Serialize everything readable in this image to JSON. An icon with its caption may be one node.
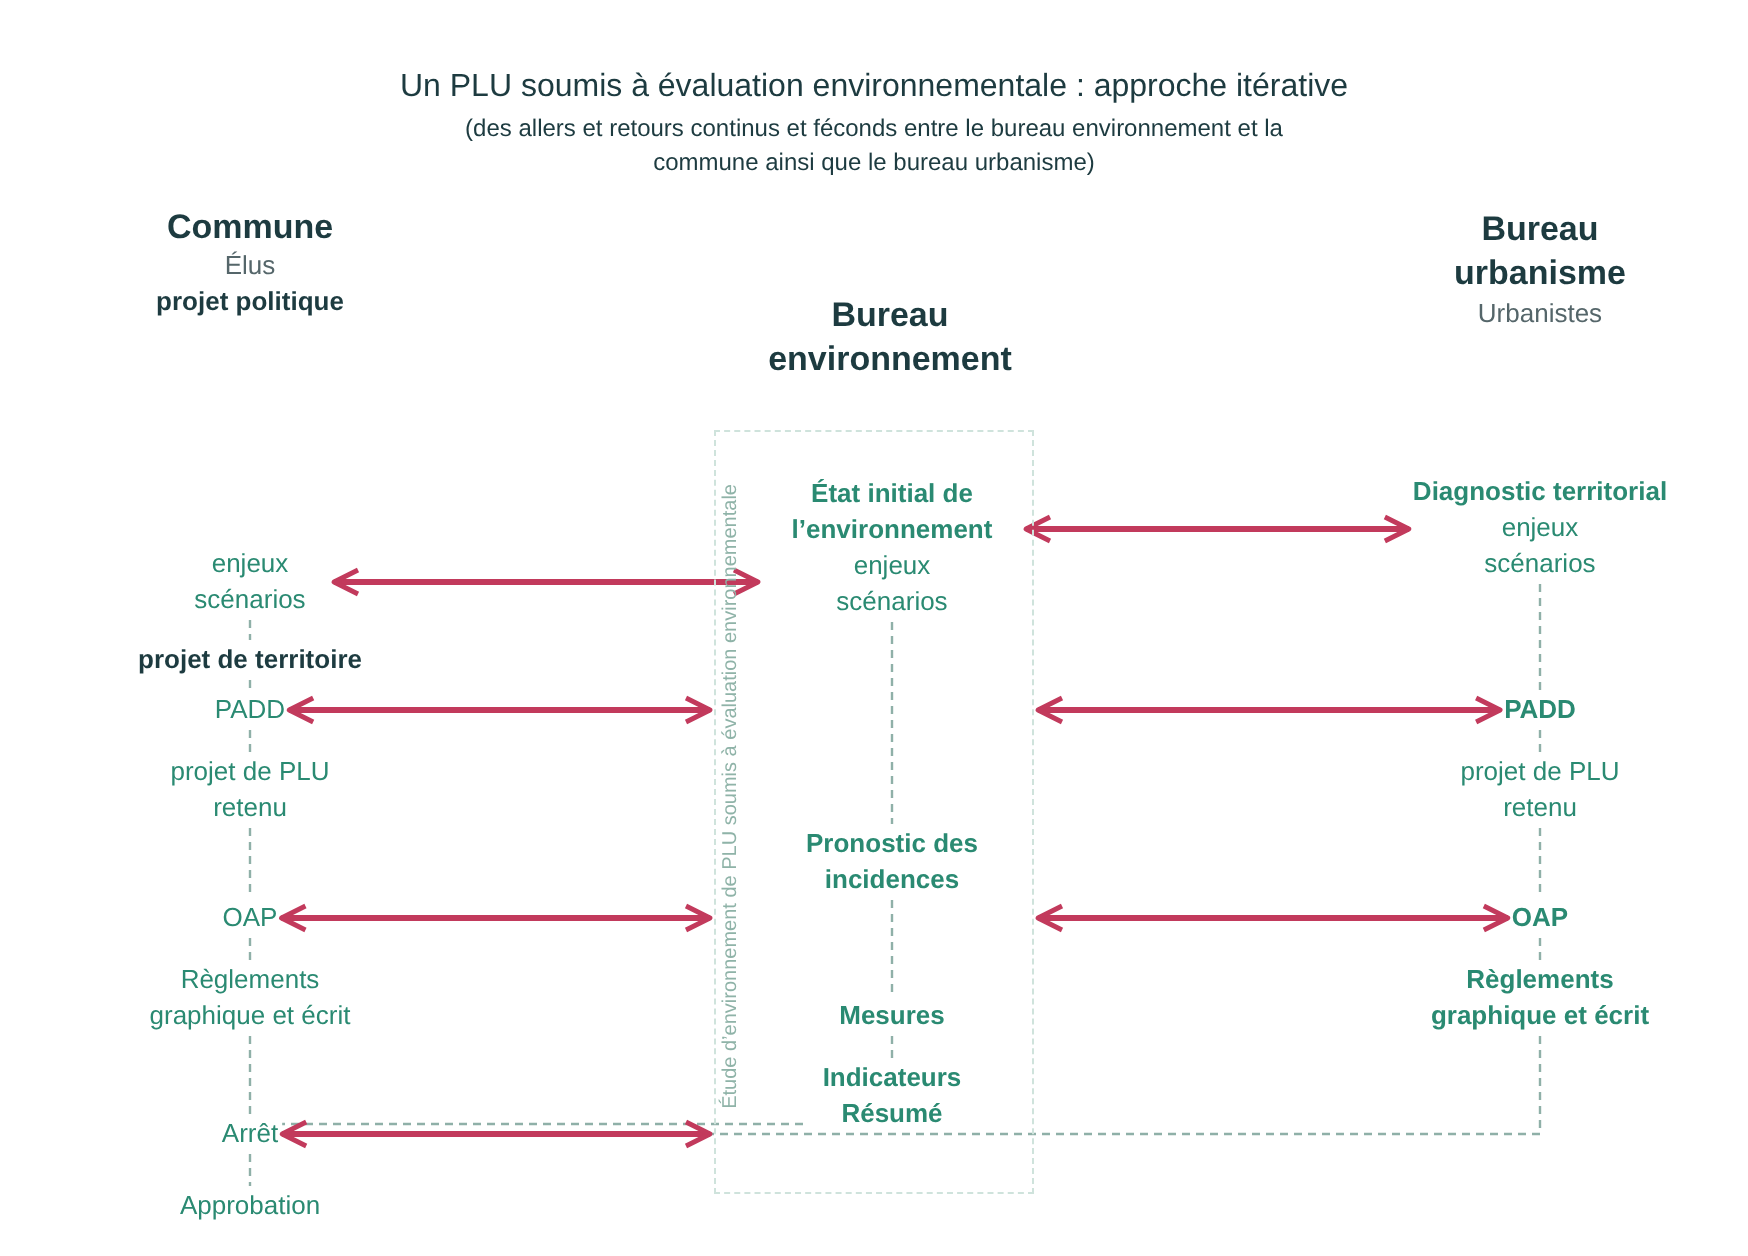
{
  "diagram": {
    "title": "Un PLU soumis à évaluation environnementale : approche itérative",
    "nodes": [
      {
        "text": [
          "enjeux scénarios"
        ]
      },
      {
        "text": [
          "projet de territoire"
        ]
      },
      {
        "text": [
          "PADD"
        ]
      },
      {
        "text": [
          "projet de PLU retenu"
        ]
      },
      {
        "text": [
          "OAP"
        ]
      },
      {
        "text": [
          "Règlements graphique et écrit"
        ]
      },
      {
        "text": [
          "Arrêt"
        ]
      },
      {
        "text": [
          "Approbation"
        ]
      },
      {
        "text": [
          "Étude d’environnement de PLU soumis à évaluation environnementale"
        ]
      },
      {
        "text": [
          "État initial de l’environnement",
          "enjeux scénarios"
        ],
        "in": 8
      },
      {
        "text": [
          "Pronostic des incidences"
        ],
        "in": 8
      },
      {
        "text": [
          "Mesures"
        ],
        "in": 8
      },
      {
        "text": [
          "Indicateurs Résumé"
        ],
        "in": 8
      },
      {
        "text": [
          "Diagnostic territorial",
          "enjeux scénarios"
        ]
      },
      {
        "text": [
          "PADD"
        ]
      },
      {
        "text": [
          "projet de PLU retenu"
        ]
      },
      {
        "text": [
          "OAP"
        ]
      },
      {
        "text": [
          "Règlements graphique et écrit"
        ]
      }
    ],
    "edges": [
      {
        "from": 0,
        "to": 1,
        "arrow": "none",
        "style": "dashed"
      },
      {
        "from": 1,
        "to": 2,
        "arrow": "none",
        "style": "dashed"
      },
      {
        "from": 2,
        "to": 3,
        "arrow": "none",
        "style": "dashed"
      },
      {
        "from": 3,
        "to": 4,
        "arrow": "none",
        "style": "dashed"
      },
      {
        "from": 4,
        "to": 5,
        "arrow": "none",
        "style": "dashed"
      },
      {
        "from": 5,
        "to": 6,
        "arrow": "none",
        "style": "dashed"
      },
      {
        "from": 6,
        "to": 7,
        "arrow": "none",
        "style": "dashed"
      },
      {
        "from": 9,
        "to": 10,
        "arrow": "none",
        "style": "dashed"
      },
      {
        "from": 10,
        "to": 11,
        "arrow": "none",
        "style": "dashed"
      },
      {
        "from": 11,
        "to": 12,
        "arrow": "none",
        "style": "dashed"
      },
      {
        "from": 12,
        "to": 6,
        "arrow": "none",
        "style": "dashed"
      },
      {
        "from": 13,
        "to": 14,
        "arrow": "none",
        "style": "dashed"
      },
      {
        "from": 14,
        "to": 15,
        "arrow": "none",
        "style": "dashed"
      },
      {
        "from": 15,
        "to": 16,
        "arrow": "none",
        "style": "dashed"
      },
      {
        "from": 16,
        "to": 17,
        "arrow": "none",
        "style": "dashed"
      },
      {
        "from": 17,
        "to": 6,
        "arrow": "none",
        "style": "dashed"
      },
      {
        "from": 0,
        "to": 9,
        "arrow": "both",
        "style": "thick",
        "color": "#c23a5c"
      },
      {
        "from": 9,
        "to": 13,
        "arrow": "both",
        "style": "thick",
        "color": "#c23a5c"
      },
      {
        "from": 2,
        "to": 8,
        "arrow": "both",
        "style": "thick",
        "color": "#c23a5c"
      },
      {
        "from": 8,
        "to": 14,
        "arrow": "both",
        "style": "thick",
        "color": "#c23a5c"
      },
      {
        "from": 4,
        "to": 8,
        "arrow": "both",
        "style": "thick",
        "color": "#c23a5c"
      },
      {
        "from": 8,
        "to": 16,
        "arrow": "both",
        "style": "thick",
        "color": "#c23a5c"
      },
      {
        "from": 6,
        "to": 8,
        "arrow": "both",
        "style": "thick",
        "color": "#c23a5c"
      }
    ],
    "labels": [
      "(des allers et retours continus et féconds entre le bureau environnement et la commune ainsi que le bureau urbanisme)",
      "Commune",
      "Élus",
      "projet politique",
      "Bureau environnement",
      "Bureau urbanisme",
      "Urbanistes"
    ]
  }
}
